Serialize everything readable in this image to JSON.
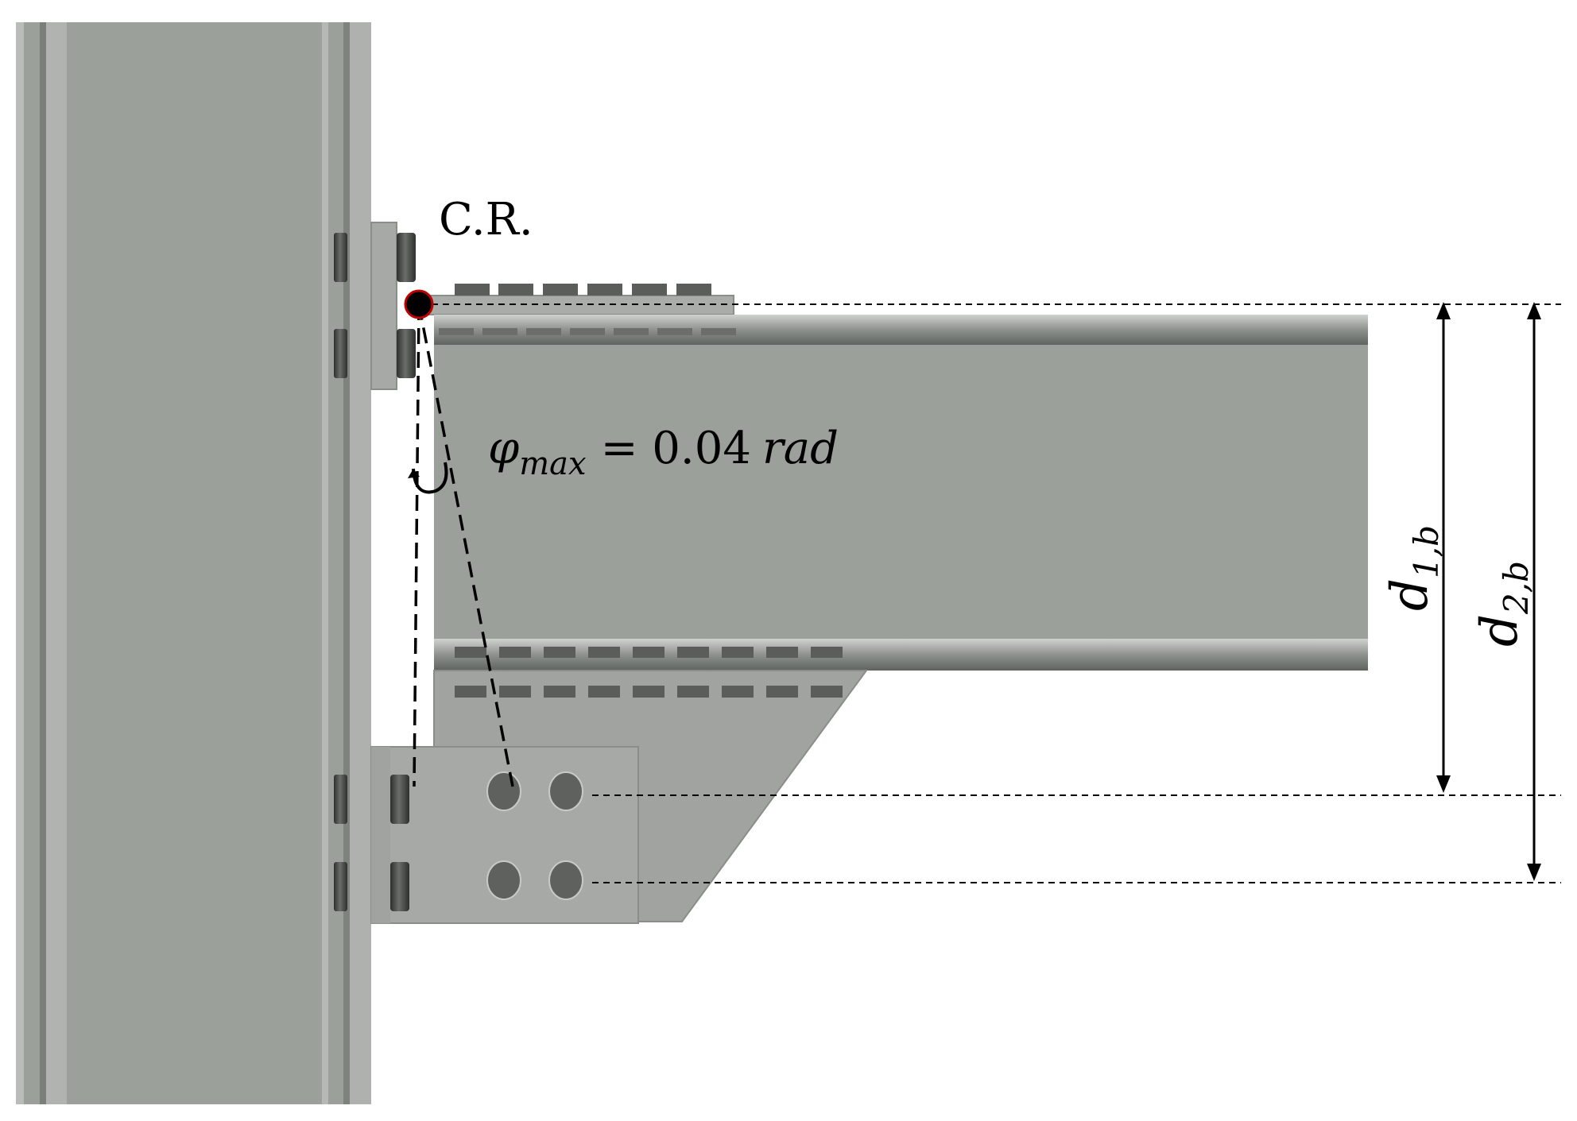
{
  "labels": {
    "center_of_rotation": "C.R.",
    "rotation_symbol": "φ",
    "rotation_subscript": "max",
    "rotation_value": "= 0.04",
    "rotation_unit": "rad",
    "d1_main": "d",
    "d1_sub": "1,b",
    "d2_main": "d",
    "d2_sub": "2,b"
  },
  "colors": {
    "steel": "#9ca09b",
    "steel_light": "#b3b6b2",
    "steel_dark": "#7d817c",
    "bolt": "#4a4d4a",
    "hole": "#5e615e",
    "cr_fill": "#000000",
    "cr_outline": "#c00000",
    "line": "#000000"
  }
}
